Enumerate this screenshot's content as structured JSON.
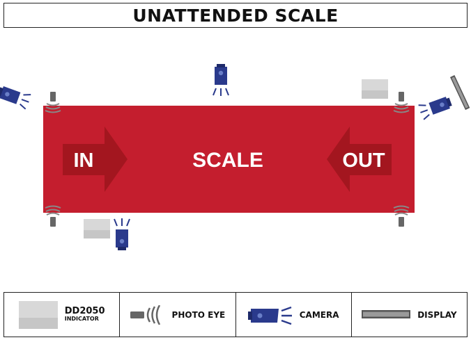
{
  "title": "UNATTENDED SCALE",
  "scale": {
    "label": "SCALE",
    "in_label": "IN",
    "out_label": "OUT",
    "color": "#c41e2e"
  },
  "legend": {
    "indicator": {
      "label": "DD2050",
      "sublabel": "INDICATOR",
      "icon": "indicator-icon"
    },
    "photo_eye": {
      "label": "PHOTO EYE",
      "icon": "photo-eye-icon"
    },
    "camera": {
      "label": "CAMERA",
      "icon": "camera-icon",
      "color": "#2a3a8c"
    },
    "display": {
      "label": "DISPLAY",
      "icon": "display-icon"
    }
  }
}
